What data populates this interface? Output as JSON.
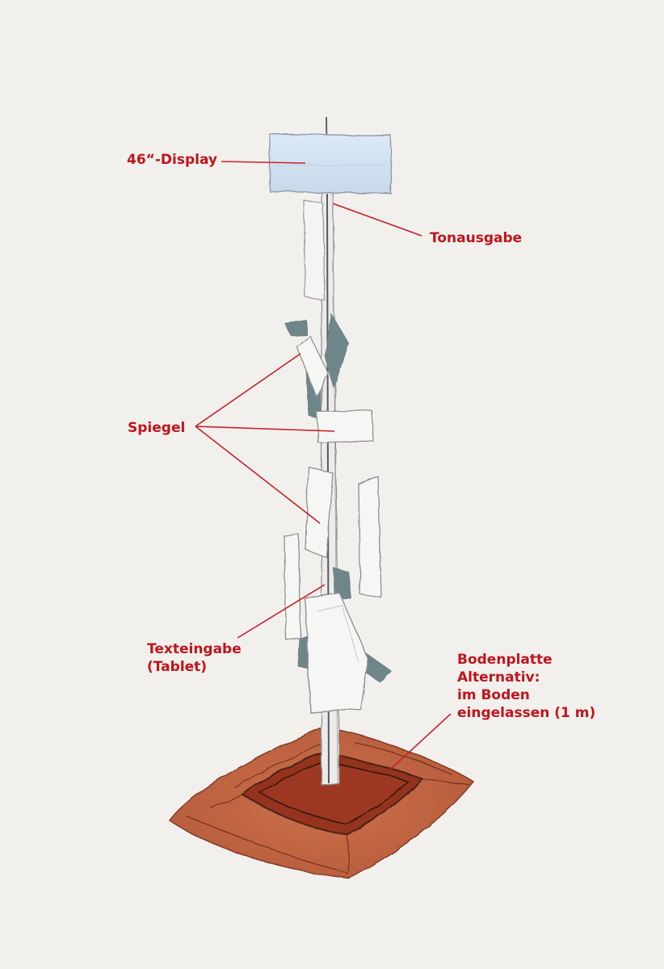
{
  "labels": {
    "display": "46“-Display",
    "sound": "Tonausgabe",
    "mirrors": "Spiegel",
    "text_input": [
      "Texteingabe",
      "(Tablet)"
    ],
    "base_plate": [
      "Bodenplatte",
      "Alternativ:",
      "im Boden",
      "eingelassen (1 m)"
    ]
  },
  "colors": {
    "label_red": "#c0141c",
    "leader_red": "#c8202a",
    "background": "#f2f0ec",
    "display_blue": "#d3e3f1",
    "mirror_shadow": "#6e8589",
    "base_brown": "#bb5a35",
    "base_dark": "#8a2e1a"
  }
}
